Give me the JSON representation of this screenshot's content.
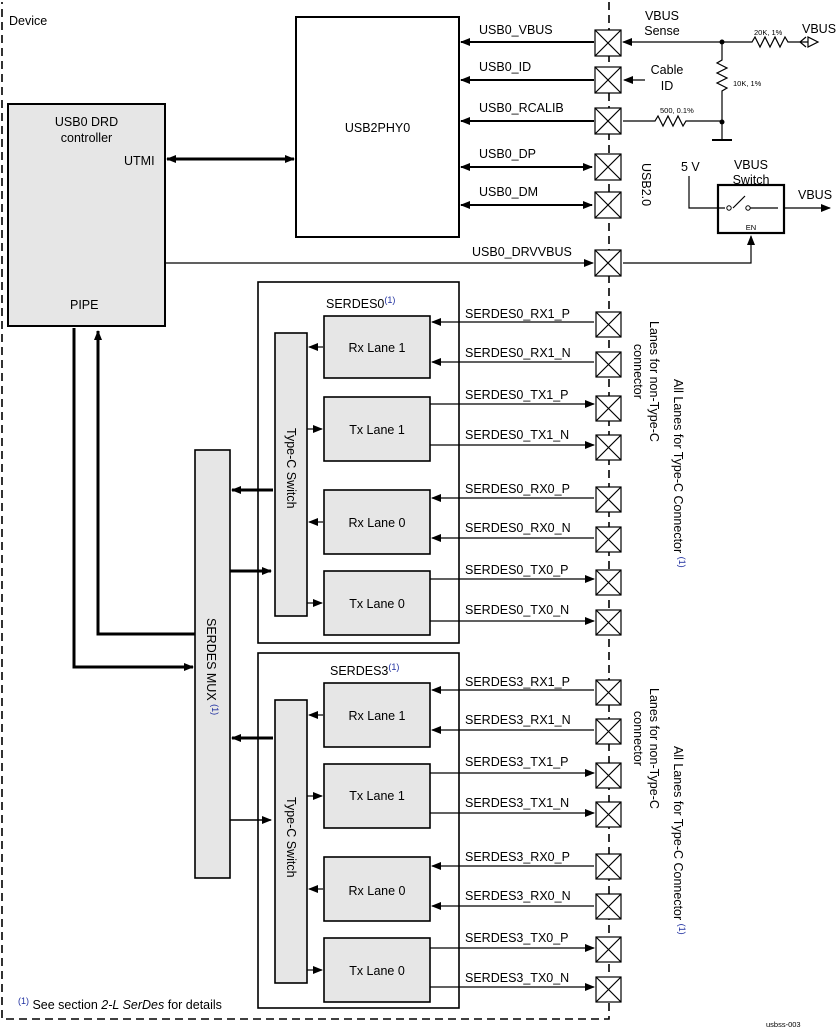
{
  "device_label": "Device",
  "controller": {
    "title1": "USB0 DRD",
    "title2": "controller",
    "utmi": "UTMI",
    "pipe": "PIPE"
  },
  "phy_label": "USB2PHY0",
  "usb_signals": [
    "USB0_VBUS",
    "USB0_ID",
    "USB0_RCALIB",
    "USB0_DP",
    "USB0_DM",
    "USB0_DRVVBUS"
  ],
  "usb20_label": "USB2.0",
  "vbus_sense": [
    "VBUS",
    "Sense"
  ],
  "cable_id": [
    "Cable",
    "ID"
  ],
  "vbus_top_label": "VBUS",
  "resistors": {
    "r20k": "20K, 1%",
    "r10k": "10K, 1%",
    "r500": "500, 0.1%"
  },
  "five_v": "5 V",
  "vbus_switch": [
    "VBUS",
    "Switch"
  ],
  "en_label": "EN",
  "vbus_out": "VBUS",
  "serdes0": {
    "title": "SERDES0",
    "footnote_mark": "(1)",
    "switch_label": "Type-C Switch",
    "lanes": [
      "Rx Lane 1",
      "Tx Lane 1",
      "Rx Lane 0",
      "Tx Lane 0"
    ],
    "signals": [
      "SERDES0_RX1_P",
      "SERDES0_RX1_N",
      "SERDES0_TX1_P",
      "SERDES0_TX1_N",
      "SERDES0_RX0_P",
      "SERDES0_RX0_N",
      "SERDES0_TX0_P",
      "SERDES0_TX0_N"
    ]
  },
  "serdes3": {
    "title": "SERDES3",
    "footnote_mark": "(1)",
    "switch_label": "Type-C Switch",
    "lanes": [
      "Rx Lane 1",
      "Tx Lane 1",
      "Rx Lane 0",
      "Tx Lane 0"
    ],
    "signals": [
      "SERDES3_RX1_P",
      "SERDES3_RX1_N",
      "SERDES3_TX1_P",
      "SERDES3_TX1_N",
      "SERDES3_RX0_P",
      "SERDES3_RX0_N",
      "SERDES3_TX0_P",
      "SERDES3_TX0_N"
    ]
  },
  "mux_label": "SERDES MUX",
  "mux_footnote": "(1)",
  "side_lanes_non_typec": [
    "Lanes for non-Type-C",
    "connector"
  ],
  "side_all_lanes": "All Lanes for Type-C Connector",
  "side_all_lanes_mark": "(1)",
  "footnote": {
    "mark": "(1)",
    "pre": " See section ",
    "em": "2-L SerDes",
    "post": " for details"
  },
  "figure_id": "usbss-003"
}
